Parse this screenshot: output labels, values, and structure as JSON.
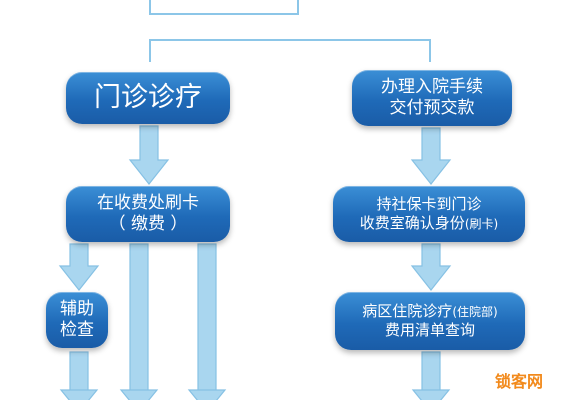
{
  "diagram": {
    "outpatient": {
      "label": "门诊诊疗"
    },
    "admission": {
      "line1": "办理入院手续",
      "line2": "交付预交款"
    },
    "pay": {
      "line1": "在收费处刷卡",
      "line2": "（ 缴费 ）"
    },
    "confirm": {
      "line1": "持社保卡到门诊",
      "line2": "收费室确认身份",
      "line2_note": "(刷卡)"
    },
    "aux": {
      "line1": "辅助",
      "line2": "检查"
    },
    "query": {
      "line1": "病区住院诊疗",
      "line1_note": "(住院部)",
      "line2": "费用清单查询"
    }
  },
  "watermark": {
    "text": "锁客网"
  },
  "colors": {
    "box": "#1f6ab8",
    "connector": "#a9d6ef",
    "connector_stroke": "#7fbbe0",
    "watermark": "#f28a1c"
  }
}
